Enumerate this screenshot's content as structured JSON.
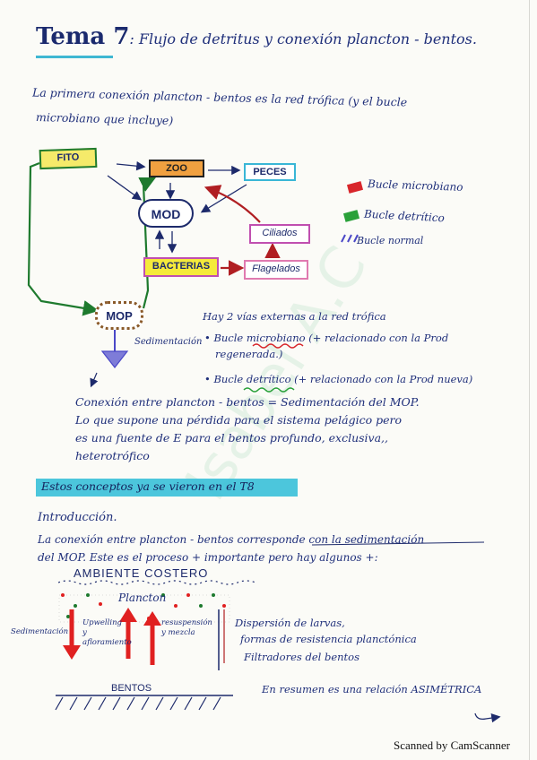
{
  "title": {
    "prefix": "Tema 7",
    "rest": ": Flujo de detritus y conexión plancton - bentos."
  },
  "intro": {
    "line1": "La primera conexión plancton - bentos es la red trófica (y el bucle",
    "line2": "microbiano que incluye)"
  },
  "diagram": {
    "fito": "FITO",
    "zoo": "ZOO",
    "peces": "PECES",
    "mod": "MOD",
    "ciliados": "Ciliados",
    "bacterias": "BACTERIAS",
    "flagelados": "Flagelados",
    "mop": "MOP",
    "sedimentacion": "Sedimentación"
  },
  "legend": [
    {
      "label": "Bucle microbiano",
      "color": "#d8262b"
    },
    {
      "label": "Bucle detrítico",
      "color": "#2aa13a"
    },
    {
      "label": "Bucle normal",
      "color": "#4a47c7"
    }
  ],
  "vias": {
    "head": "Hay 2 vías externas a la red trófica",
    "b1a": "• Bucle microbiano (+ relacionado con la Prod",
    "b1b": "regenerada.)",
    "b2": "• Bucle detrítico (+ relacionado con la Prod nueva)"
  },
  "conexion": {
    "l1": "Conexión entre plancton - bentos = Sedimentación del MOP.",
    "l2": "Lo que supone una pérdida para el sistema pelágico pero",
    "l3": "es una fuente de E para el bentos profundo, exclusiva,,",
    "l4": "heterotrófico"
  },
  "highlight": "Estos conceptos ya se vieron en el T8",
  "introduccion": {
    "head": "Introducción.",
    "l1": "La conexión entre plancton - bentos corresponde con la sedimentación",
    "l2": "del MOP. Este es el proceso + importante pero hay algunos +:"
  },
  "sketch": {
    "ambiente": "AMBIENTE COSTERO",
    "plancton": "Plancton",
    "sedim": "Sedimentación",
    "upwelling": "Upwelling y afloramiento",
    "resusp": "resuspensión y mezcla",
    "bentos": "BENTOS"
  },
  "extras": {
    "l1": "Dispersión de larvas,",
    "l2": "formas de resistencia planctónica",
    "l3": "Filtradores del bentos"
  },
  "resumen": "En resumen es una relación ASIMÉTRICA",
  "footer": "Scanned by CamScanner",
  "watermark": "Isabel A.C"
}
